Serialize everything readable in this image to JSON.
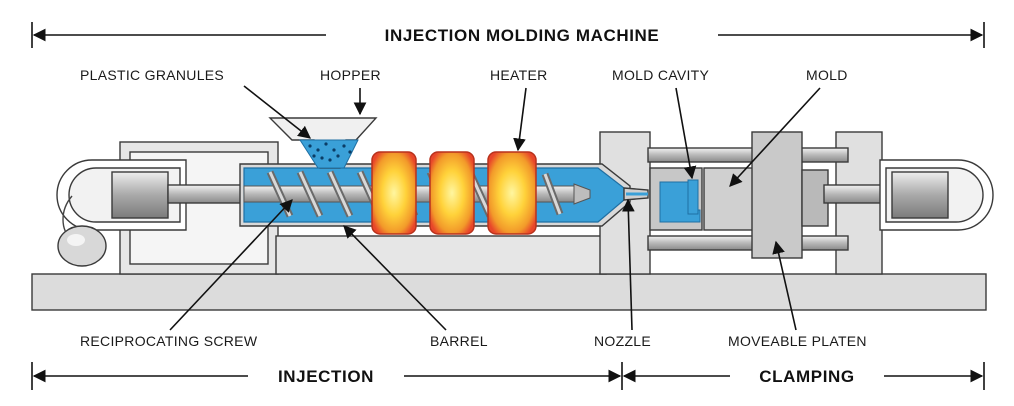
{
  "title": "INJECTION MOLDING MACHINE",
  "labels": {
    "plastic_granules": "PLASTIC GRANULES",
    "hopper": "HOPPER",
    "heater": "HEATER",
    "mold_cavity": "MOLD CAVITY",
    "mold": "MOLD",
    "reciprocating_screw": "RECIPROCATING SCREW",
    "barrel": "BARREL",
    "nozzle": "NOZZLE",
    "moveable_platen": "MOVEABLE PLATEN"
  },
  "sections": {
    "injection": "INJECTION",
    "clamping": "CLAMPING"
  },
  "colors": {
    "melt": "#3aa0d8",
    "heater_outer": "#e8462a",
    "heater_inner": "#ffd43a",
    "machine_gray": "#d6d6d6",
    "frame_gray": "#e4e4e4"
  }
}
